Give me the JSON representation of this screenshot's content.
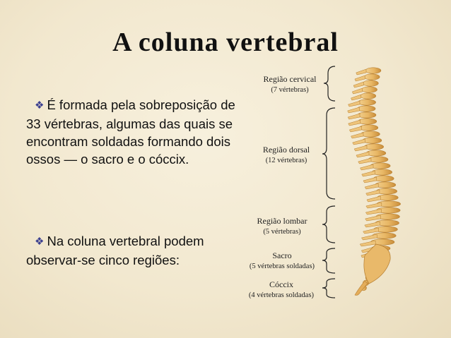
{
  "title": "A coluna vertebral",
  "bullets": [
    {
      "icon": "diamond-bullet-icon",
      "text": "É formada pela sobreposição de 33 vértebras, algumas das quais se encontram soldadas formando dois ossos — o sacro e o cóccix."
    },
    {
      "icon": "diamond-bullet-icon",
      "text": "Na coluna vertebral podem observar-se cinco regiões:"
    }
  ],
  "regions": [
    {
      "name": "Região cervical",
      "detail": "(7 vértebras)"
    },
    {
      "name": "Região dorsal",
      "detail": "(12 vértebras)"
    },
    {
      "name": "Região lombar",
      "detail": "(5 vértebras)"
    },
    {
      "name": "Sacro",
      "detail": "(5 vértebras soldadas)"
    },
    {
      "name": "Cóccix",
      "detail": "(4 vértebras soldadas)"
    }
  ],
  "colors": {
    "bullet": "#3b3f8f",
    "bone": "#e8b765",
    "bone_shadow": "#c98d3a"
  }
}
